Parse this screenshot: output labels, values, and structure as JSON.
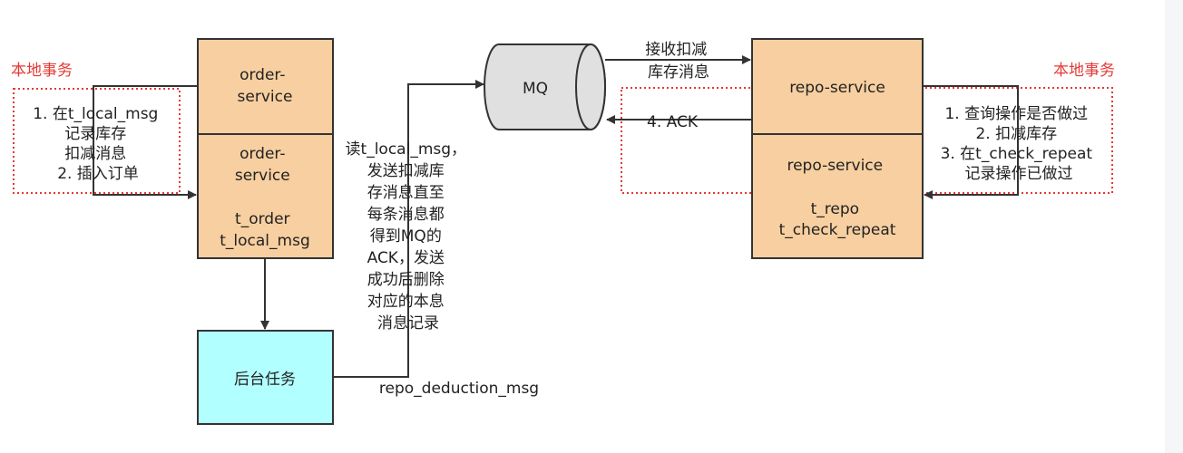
{
  "diagram": {
    "labels": {
      "local_tx_left": "本地事务",
      "local_tx_right": "本地事务"
    },
    "boxes": {
      "order_service_top": [
        "order-",
        "service"
      ],
      "order_service_bottom": [
        "order-",
        "service",
        "",
        "t_order",
        "t_local_msg"
      ],
      "repo_service_top": [
        "repo-service"
      ],
      "repo_service_bottom": [
        "repo-service",
        "",
        "t_repo",
        "t_check_repeat"
      ],
      "mq": "MQ",
      "background_task": "后台任务"
    },
    "notes": {
      "left_steps": [
        "1. 在t_local_msg",
        "记录库存",
        "扣减消息",
        "2. 插入订单"
      ],
      "right_steps": [
        "1. 查询操作是否做过",
        "2. 扣减库存",
        "3. 在t_check_repeat",
        "记录操作已做过"
      ],
      "middle": [
        "读t_local_msg，",
        "发送扣减库",
        "存消息直至",
        "每条消息都",
        "得到MQ的",
        "ACK，发送",
        "成功后删除",
        "对应的本息",
        "消息记录"
      ],
      "receive": [
        "接收扣减",
        "库存消息"
      ],
      "ack": "4. ACK",
      "repo_msg": "repo_deduction_msg"
    },
    "colors": {
      "service_fill": "#f7cfa0",
      "task_fill": "#b2ffff",
      "mq_fill": "#e0e0e0",
      "dashed": "#e53935",
      "stroke": "#333333"
    }
  }
}
